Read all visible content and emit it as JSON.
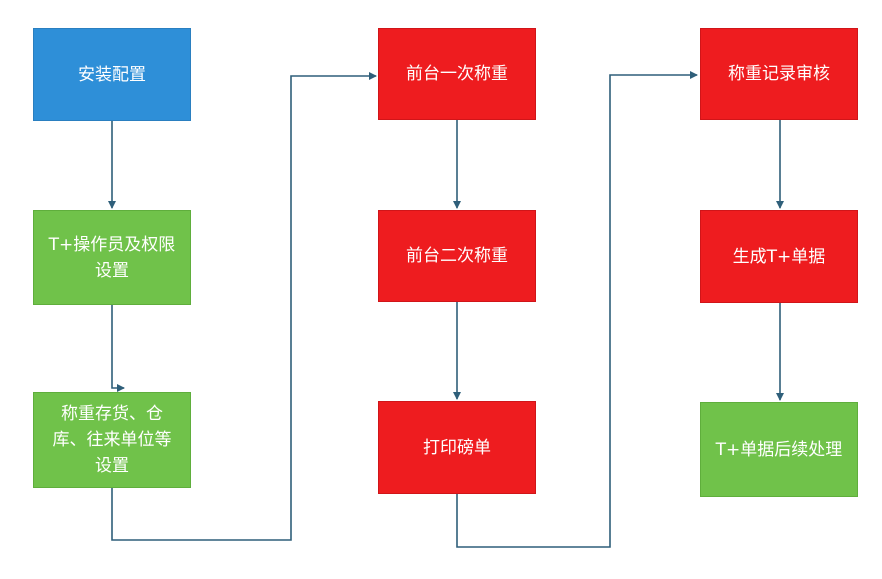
{
  "nodes": {
    "install_config": "安装配置",
    "operator_permission": "T+操作员及权限设置",
    "weighing_settings": "称重存货、仓库、往来单位等设置",
    "first_weighing": "前台一次称重",
    "second_weighing": "前台二次称重",
    "print_weigh_slip": "打印磅单",
    "record_review": "称重记录审核",
    "generate_document": "生成T+单据",
    "followup_processing": "T+单据后续处理"
  },
  "colors": {
    "start": "#2e8fd8",
    "setup": "#70c24a",
    "operation": "#ee1c1f",
    "end": "#70c24a",
    "connector": "#2f5f7a"
  }
}
